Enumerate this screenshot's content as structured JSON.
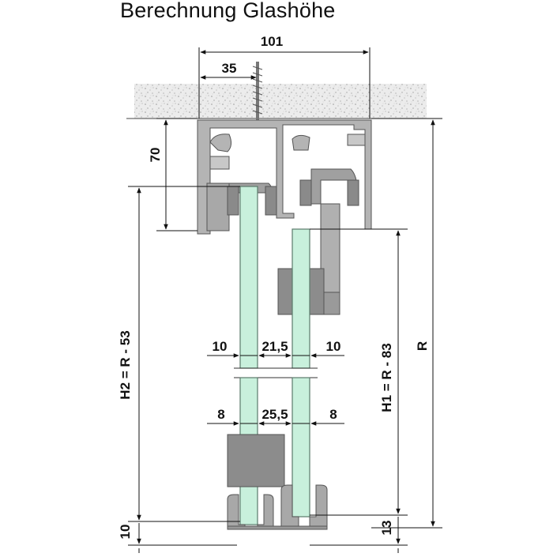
{
  "title": "Berechnung Glashöhe",
  "dimensions": {
    "overall_width": "101",
    "offset": "35",
    "rail_height": "70",
    "gap_upper": "21,5",
    "glass_left_upper": "10",
    "glass_right_upper": "10",
    "gap_lower": "25,5",
    "glass_left_lower": "8",
    "glass_right_lower": "8",
    "bottom_left": "10",
    "bottom_right": "13",
    "h2": "H2 = R - 53",
    "h1": "H1 = R - 83",
    "r": "R"
  },
  "colors": {
    "glass": "#c8f0dc",
    "glass_edge": "#5a7a6a",
    "profile": "#b4b4b4",
    "profile_edge": "#555555",
    "ceiling": "#e8e8e8"
  }
}
